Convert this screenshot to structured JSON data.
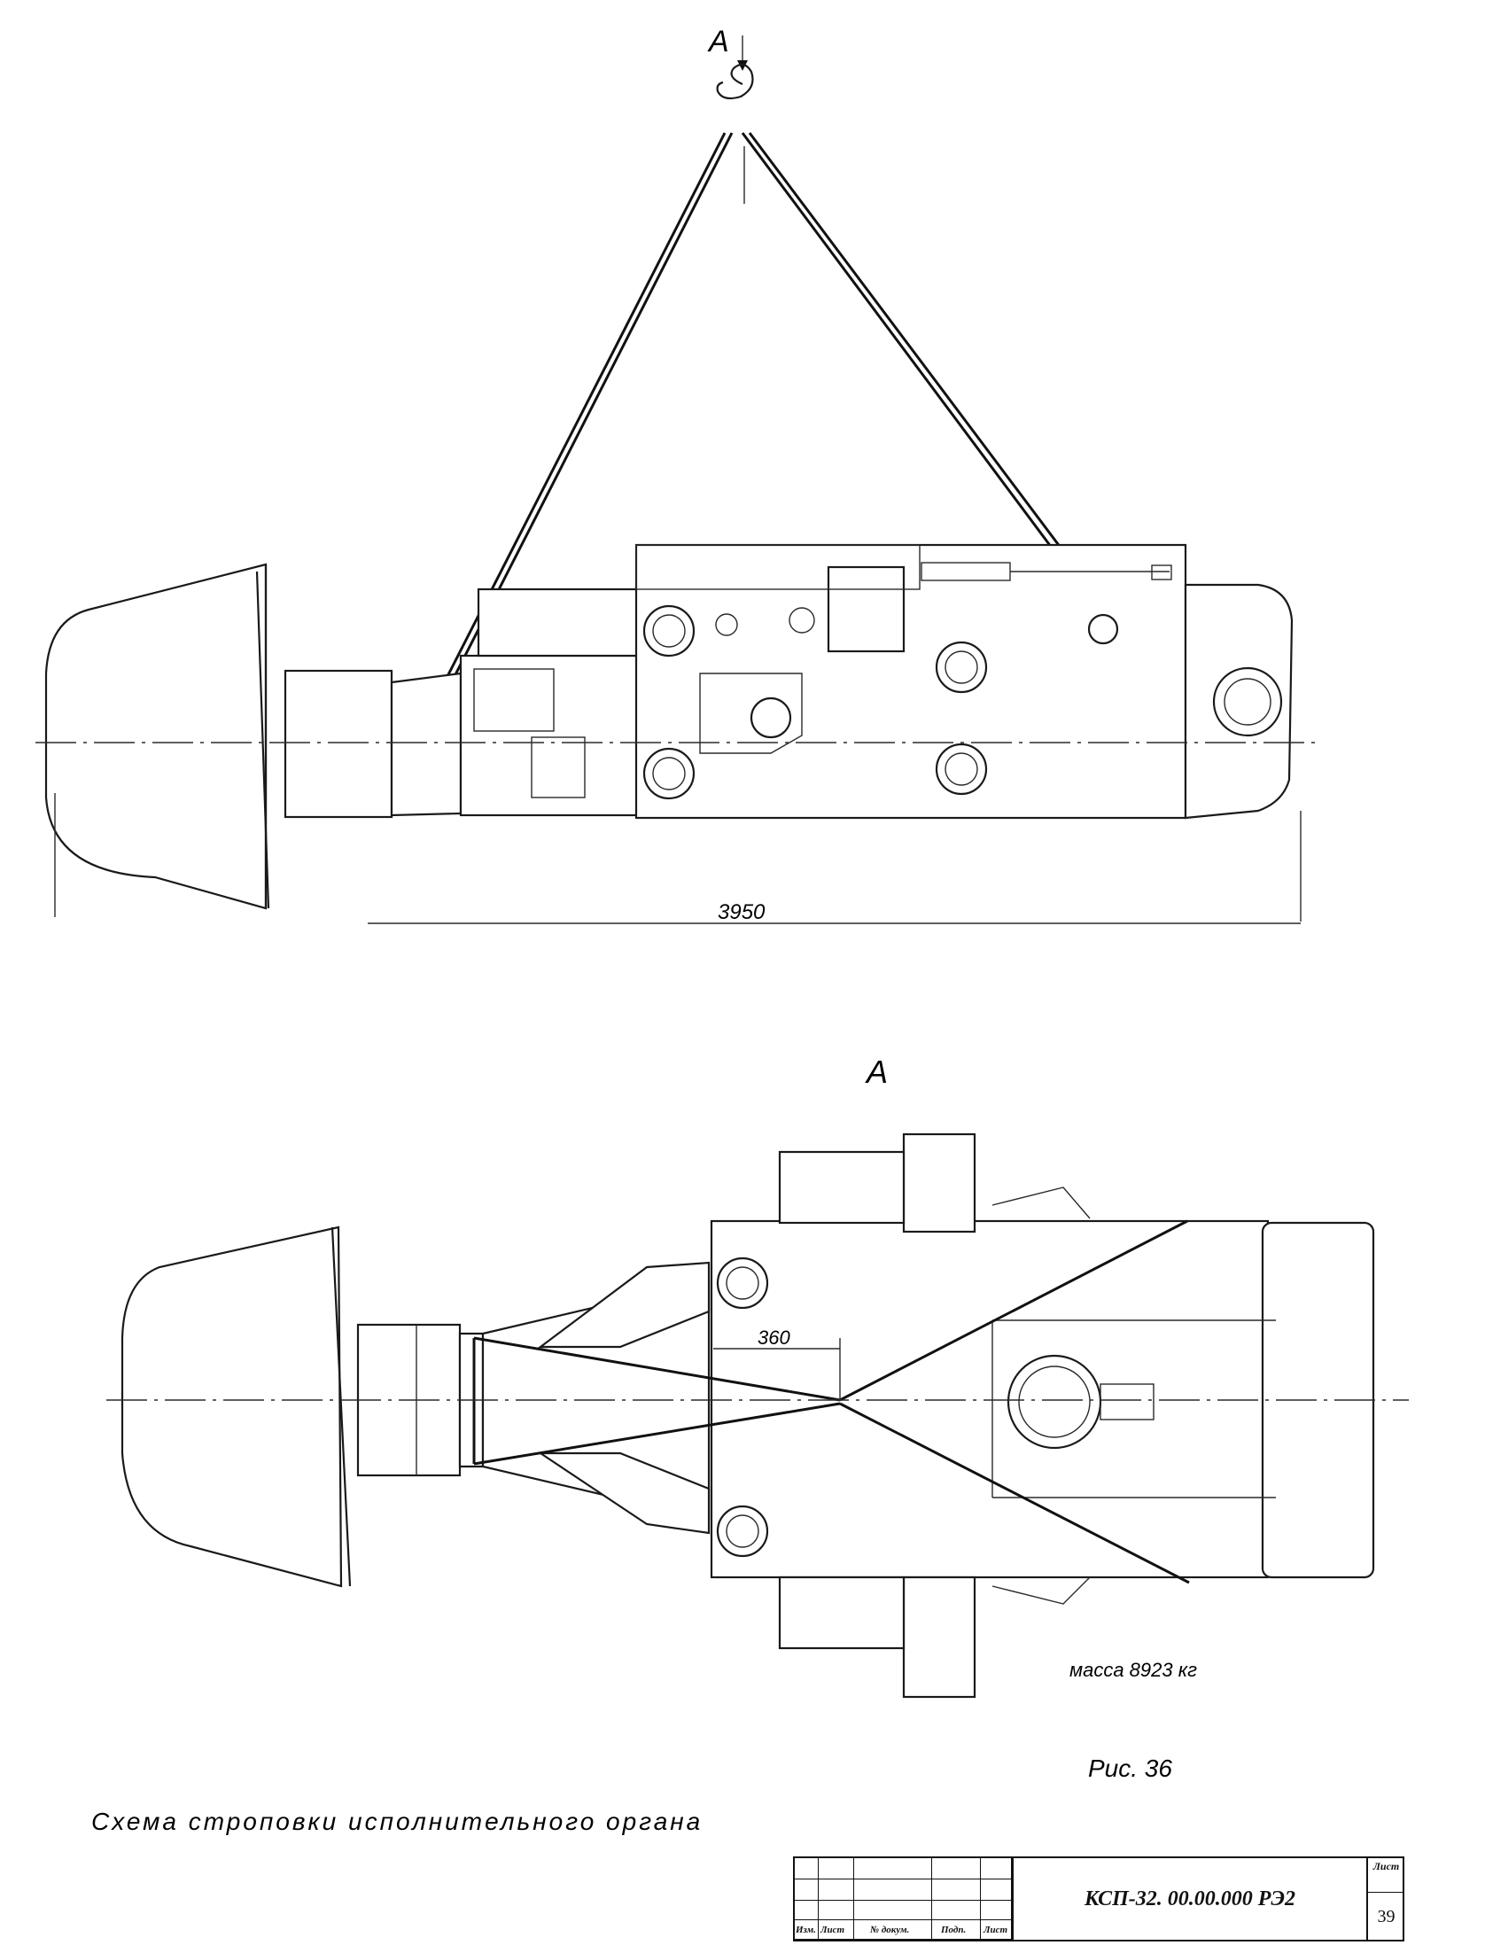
{
  "view_label_top": "А",
  "view_label_section": "А",
  "dim_overall": "3950",
  "dim_offset": "360",
  "mass_note": "масса 8923 кг",
  "figure_label": "Рис. 36",
  "caption": "Схема строповки исполнительного органа",
  "title_block": {
    "code": "КСП-32. 00.00.000 РЭ2",
    "sheet_label": "Лист",
    "sheet_number": "39",
    "col_labels": [
      "Изм.",
      "Лист",
      "№ докум.",
      "Подп.",
      "Лист"
    ]
  }
}
